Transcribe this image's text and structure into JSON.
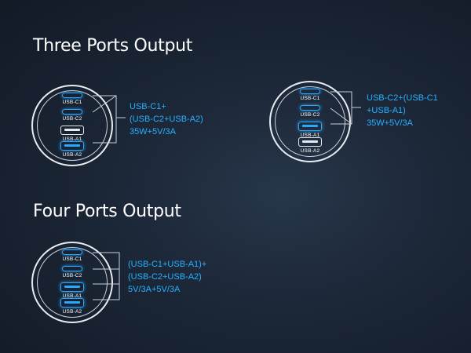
{
  "sections": {
    "three": {
      "title": "Three Ports Output"
    },
    "four": {
      "title": "Four Ports Output"
    }
  },
  "port_labels": {
    "c1": "USB-C1",
    "c2": "USB-C2",
    "a1": "USB-A1",
    "a2": "USB-A2"
  },
  "configs": {
    "three_a": {
      "active_ports": [
        "USB-C1",
        "USB-C2",
        "USB-A2"
      ],
      "spec_lines": [
        "USB-C1+",
        "(USB-C2+USB-A2)",
        "35W+5V/3A"
      ]
    },
    "three_b": {
      "active_ports": [
        "USB-C1",
        "USB-C2",
        "USB-A1"
      ],
      "spec_lines": [
        "USB-C2+(USB-C1",
        "+USB-A1)",
        "35W+5V/3A"
      ]
    },
    "four": {
      "active_ports": [
        "USB-C1",
        "USB-C2",
        "USB-A1",
        "USB-A2"
      ],
      "spec_lines": [
        "(USB-C1+USB-A1)+",
        "(USB-C2+USB-A2)",
        "5V/3A+5V/3A"
      ]
    }
  },
  "colors": {
    "accent": "#27b1ff",
    "background": "#1b2636",
    "text": "#ffffff"
  }
}
